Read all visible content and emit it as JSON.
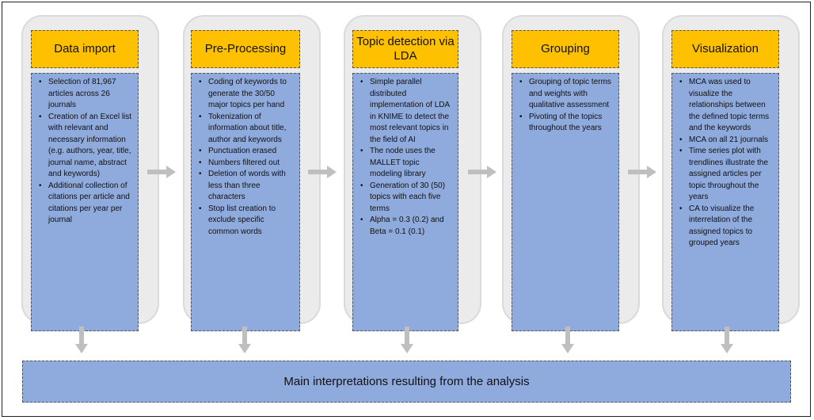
{
  "stages": [
    {
      "title": "Data import",
      "items": [
        "Selection of 81,967 articles across 26 journals",
        "Creation of an Excel list with relevant and necessary information (e.g. authors, year, title, journal name, abstract and keywords)",
        "Additional collection of citations per article and citations per year per journal"
      ]
    },
    {
      "title": "Pre-Processing",
      "items": [
        "Coding of keywords to generate the 30/50 major topics per hand",
        "Tokenization of information about title, author and keywords",
        "Punctuation erased",
        "Numbers filtered out",
        "Deletion of words with less than three characters",
        "Stop list creation to exclude specific common words"
      ]
    },
    {
      "title": "Topic detection via LDA",
      "items": [
        "Simple parallel distributed implementation of LDA in KNIME to detect the most relevant topics in the field of AI",
        "The node uses the MALLET topic modeling library",
        "Generation of 30 (50) topics with each five terms",
        "Alpha = 0.3 (0.2) and Beta = 0.1 (0.1)"
      ]
    },
    {
      "title": "Grouping",
      "items": [
        "Grouping of topic terms and weights with qualitative assessment",
        "Pivoting of the topics throughout the years"
      ]
    },
    {
      "title": "Visualization",
      "items": [
        "MCA was used to visualize the relationships between the defined topic terms and the keywords",
        "MCA on all 21 journals",
        "Time series plot with trendlines illustrate the assigned articles per topic throughout the years",
        "CA to visualize the interrelation of the assigned topics to grouped years"
      ]
    }
  ],
  "result": {
    "label": "Main interpretations resulting from the analysis"
  },
  "colors": {
    "title_fill": "#ffc000",
    "body_fill": "#8faadc",
    "stage_bg": "#ebebeb",
    "arrow": "#bfbfbf"
  }
}
